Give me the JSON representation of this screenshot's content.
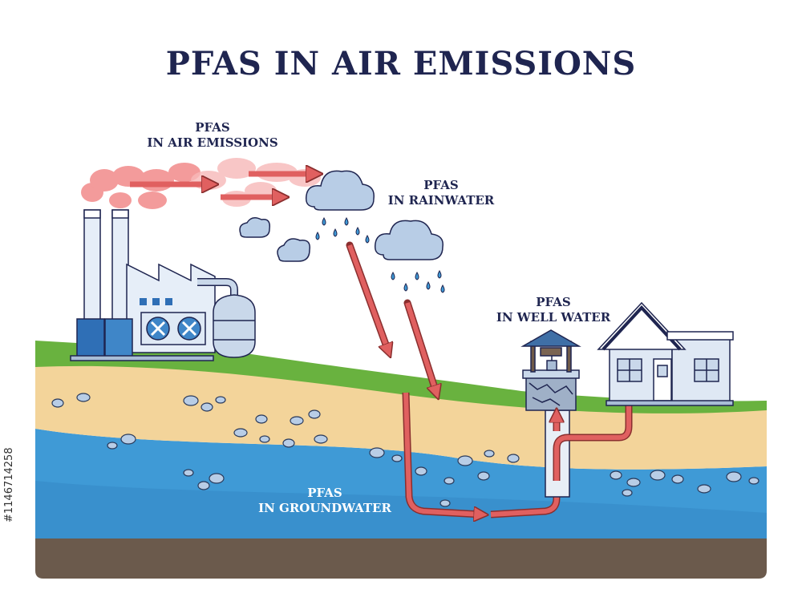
{
  "title": "PFAS IN AIR EMISSIONS",
  "labels": {
    "air": [
      "PFAS",
      "IN AIR EMISSIONS"
    ],
    "rain": [
      "PFAS",
      "IN RAINWATER"
    ],
    "well": [
      "PFAS",
      "IN WELL WATER"
    ],
    "ground": [
      "PFAS",
      "IN GROUNDWATER"
    ]
  },
  "stock_id": "#1146714258",
  "colors": {
    "title": "#1f2550",
    "arrow": "#e06060",
    "smoke": "#f28a8a",
    "groundwater": "#3f9ad6",
    "sand": "#f3d49a",
    "grass": "#69b23f",
    "soil": "#6b5a4c",
    "factory": "#2f6fb6"
  },
  "icons": [
    "factory-icon",
    "smokestack-icon",
    "storage-tank-icon",
    "cloud-icon",
    "raindrop-icon",
    "well-icon",
    "house-icon",
    "pebble-icon",
    "arrow-icon"
  ]
}
